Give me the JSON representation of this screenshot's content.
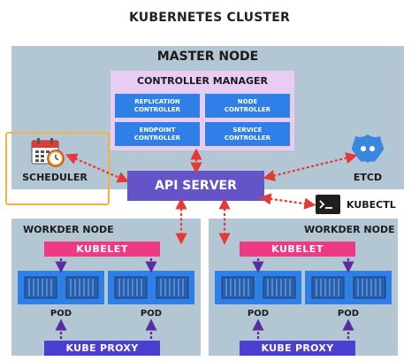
{
  "title": "KUBERNETES CLUSTER",
  "master": {
    "label": "MASTER NODE",
    "controller_manager": {
      "label": "CONTROLLER MANAGER",
      "controllers": [
        {
          "line1": "REPLICATION",
          "line2": "CONTROLLER"
        },
        {
          "line1": "NODE",
          "line2": "CONTROLLER"
        },
        {
          "line1": "ENDPOINT",
          "line2": "CONTROLLER"
        },
        {
          "line1": "SERVICE",
          "line2": "CONTROLLER"
        }
      ]
    },
    "scheduler": "SCHEDULER",
    "api_server": "API SERVER",
    "etcd": "ETCD"
  },
  "kubectl": "KUBECTL",
  "workers": [
    {
      "label": "WORKDER NODE",
      "kubelet": "KUBELET",
      "pods": [
        "POD",
        "POD"
      ],
      "proxy": "KUBE PROXY"
    },
    {
      "label": "WORKDER NODE",
      "kubelet": "KUBELET",
      "pods": [
        "POD",
        "POD"
      ],
      "proxy": "KUBE PROXY"
    }
  ],
  "colors": {
    "node_bg": "#b3c6d4",
    "controller_manager_bg": "#e9ccf3",
    "controller": "#2f80e6",
    "api_server": "#6355c8",
    "kubelet": "#ee3a83",
    "kube_proxy": "#4a3fd0",
    "arrow_red": "#e53935",
    "arrow_purple": "#5b2c9e",
    "highlight": "#f2b53b"
  }
}
